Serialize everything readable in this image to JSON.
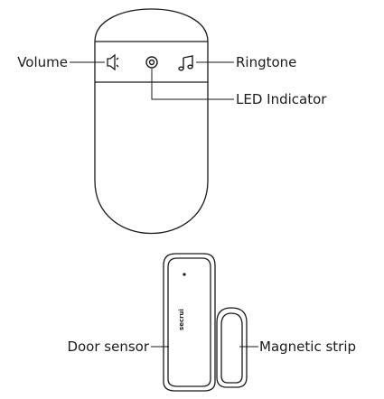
{
  "labels": {
    "volume": "Volume",
    "ringtone": "Ringtone",
    "led_indicator": "LED Indicator",
    "door_sensor": "Door sensor",
    "magnetic_strip": "Magnetic strip"
  },
  "sensor_brand": "secrui",
  "colors": {
    "stroke": "#1a1a1a",
    "background": "#ffffff"
  }
}
